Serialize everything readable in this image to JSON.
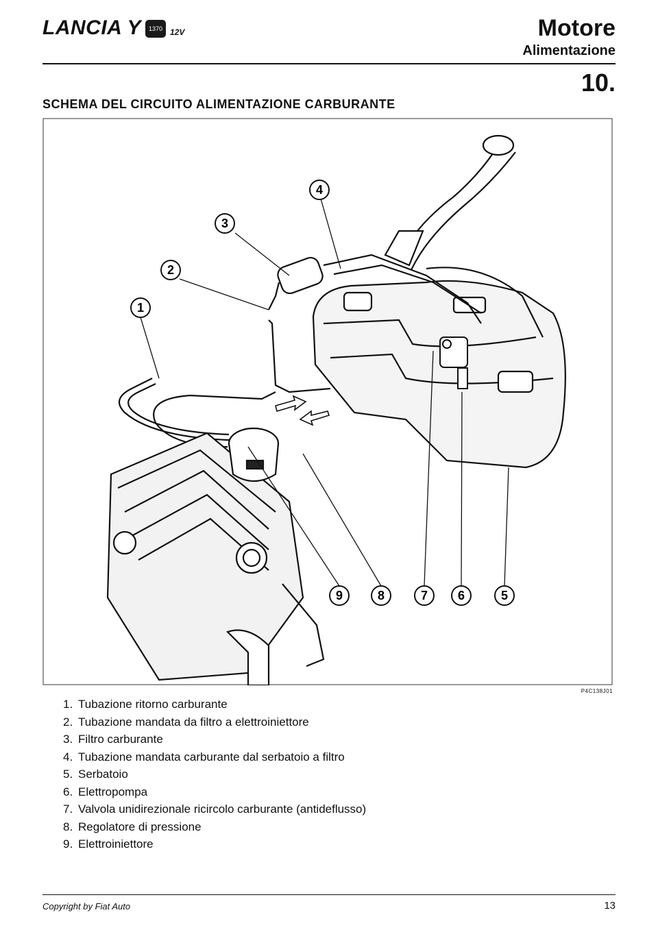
{
  "header": {
    "brand": "LANCIA Y",
    "engine_badge": "1370",
    "engine_suffix": "12V",
    "section": "Motore",
    "subsection": "Alimentazione",
    "page_code": "10."
  },
  "diagram": {
    "title": "SCHEMA DEL CIRCUITO ALIMENTAZIONE CARBURANTE",
    "figure_code": "P4C138J01",
    "callouts": [
      "1",
      "2",
      "3",
      "4",
      "5",
      "6",
      "7",
      "8",
      "9"
    ]
  },
  "legend": [
    {
      "num": "1.",
      "text": "Tubazione ritorno carburante"
    },
    {
      "num": "2.",
      "text": "Tubazione mandata da filtro a elettroiniettore"
    },
    {
      "num": "3.",
      "text": "Filtro carburante"
    },
    {
      "num": "4.",
      "text": "Tubazione mandata carburante dal serbatoio a filtro"
    },
    {
      "num": "5.",
      "text": "Serbatoio"
    },
    {
      "num": "6.",
      "text": "Elettropompa"
    },
    {
      "num": "7.",
      "text": "Valvola unidirezionale ricircolo carburante (antideflusso)"
    },
    {
      "num": "8.",
      "text": "Regolatore di pressione"
    },
    {
      "num": "9.",
      "text": "Elettroiniettore"
    }
  ],
  "footer": {
    "copyright": "Copyright by Fiat Auto",
    "page_number": "13"
  }
}
